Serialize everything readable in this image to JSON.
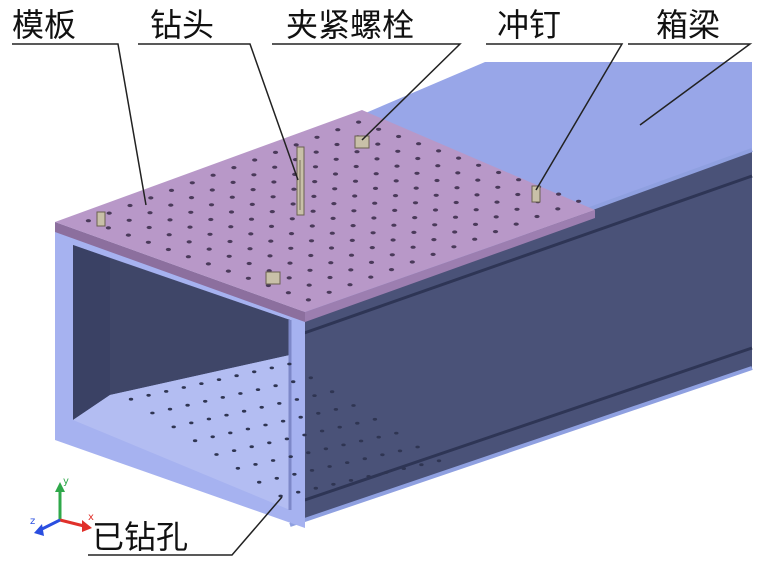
{
  "labels": {
    "template": "模板",
    "drill_bit": "钻头",
    "clamp_bolt": "夹紧螺栓",
    "punch_pin": "冲钉",
    "box_girder": "箱梁",
    "drilled_holes": "已钻孔"
  },
  "axes": {
    "x": "x",
    "y": "y",
    "z": "z"
  },
  "colors": {
    "template_plate": "#b898c8",
    "girder_top": "#98a6e8",
    "girder_side": "#4a5278",
    "girder_inner": "#3f4668",
    "flange": "#a6b2f0",
    "hole": "#4a3a5a",
    "axis_x": "#e0302a",
    "axis_y": "#2fa84a",
    "axis_z": "#2a4ee0"
  },
  "icons": [
    "coordinate-axes-icon"
  ]
}
